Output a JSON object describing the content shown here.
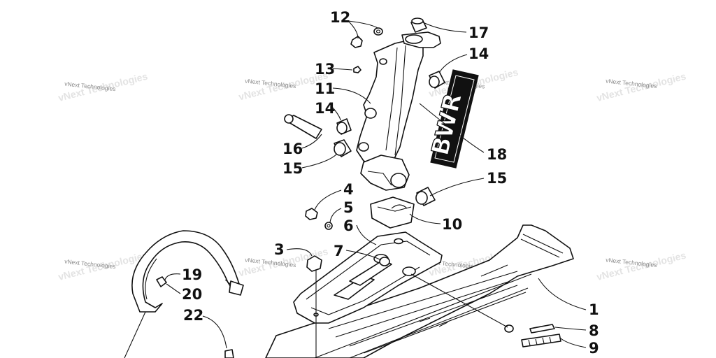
{
  "diagram": {
    "watermark_text": "vNext Technologies",
    "decal_text": "BWR",
    "callouts": [
      {
        "id": "c12",
        "label": "12"
      },
      {
        "id": "c17",
        "label": "17"
      },
      {
        "id": "c14a",
        "label": "14"
      },
      {
        "id": "c13",
        "label": "13"
      },
      {
        "id": "c11",
        "label": "11"
      },
      {
        "id": "c14b",
        "label": "14"
      },
      {
        "id": "c16",
        "label": "16"
      },
      {
        "id": "c15a",
        "label": "15"
      },
      {
        "id": "c18",
        "label": "18"
      },
      {
        "id": "c15b",
        "label": "15"
      },
      {
        "id": "c4",
        "label": "4"
      },
      {
        "id": "c5",
        "label": "5"
      },
      {
        "id": "c6",
        "label": "6"
      },
      {
        "id": "c10",
        "label": "10"
      },
      {
        "id": "c3",
        "label": "3"
      },
      {
        "id": "c7",
        "label": "7"
      },
      {
        "id": "c19",
        "label": "19"
      },
      {
        "id": "c20",
        "label": "20"
      },
      {
        "id": "c22",
        "label": "22"
      },
      {
        "id": "c1",
        "label": "1"
      },
      {
        "id": "c8",
        "label": "8"
      },
      {
        "id": "c9",
        "label": "9"
      }
    ]
  }
}
